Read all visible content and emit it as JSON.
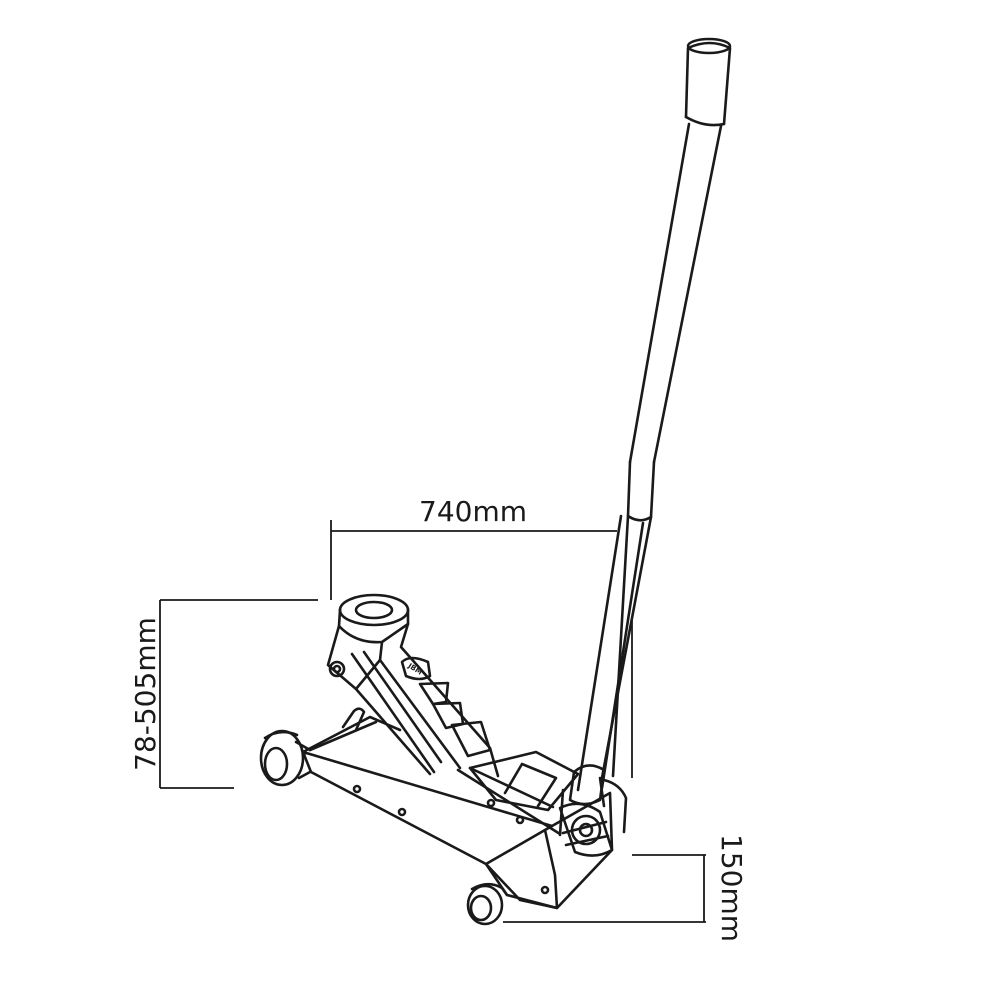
{
  "dimensions": {
    "length": "740mm",
    "lift_range": "78-505mm",
    "handle_height": "150mm"
  },
  "logo": "JBM"
}
